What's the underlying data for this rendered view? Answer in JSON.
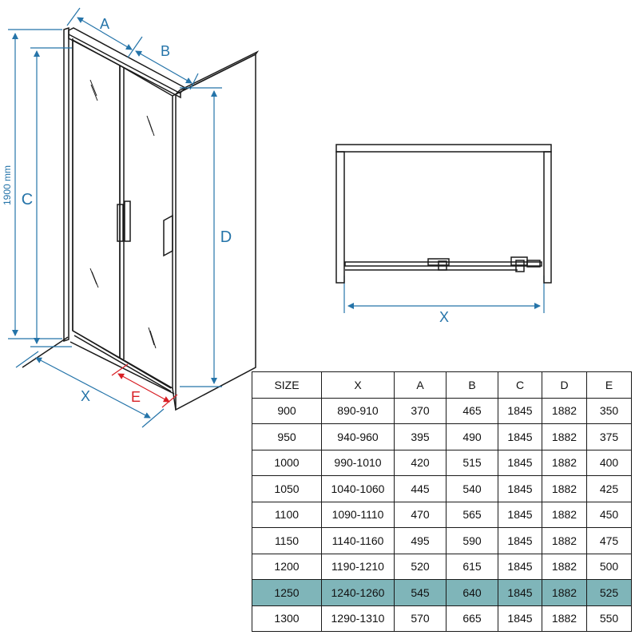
{
  "colors": {
    "dimension": "#2574a9",
    "accent": "#d81e24",
    "highlight": "#7fb5b9",
    "line": "#1a1a1a"
  },
  "labels": {
    "a": "A",
    "b": "B",
    "c": "C",
    "d": "D",
    "e": "E",
    "x_side": "X",
    "x_top": "X",
    "height": "1900 mm"
  },
  "table": {
    "headers": [
      "SIZE",
      "X",
      "A",
      "B",
      "C",
      "D",
      "E"
    ],
    "highlight_size": "1250",
    "rows": [
      [
        "900",
        "890-910",
        "370",
        "465",
        "1845",
        "1882",
        "350"
      ],
      [
        "950",
        "940-960",
        "395",
        "490",
        "1845",
        "1882",
        "375"
      ],
      [
        "1000",
        "990-1010",
        "420",
        "515",
        "1845",
        "1882",
        "400"
      ],
      [
        "1050",
        "1040-1060",
        "445",
        "540",
        "1845",
        "1882",
        "425"
      ],
      [
        "1100",
        "1090-1110",
        "470",
        "565",
        "1845",
        "1882",
        "450"
      ],
      [
        "1150",
        "1140-1160",
        "495",
        "590",
        "1845",
        "1882",
        "475"
      ],
      [
        "1200",
        "1190-1210",
        "520",
        "615",
        "1845",
        "1882",
        "500"
      ],
      [
        "1250",
        "1240-1260",
        "545",
        "640",
        "1845",
        "1882",
        "525"
      ],
      [
        "1300",
        "1290-1310",
        "570",
        "665",
        "1845",
        "1882",
        "550"
      ]
    ]
  }
}
